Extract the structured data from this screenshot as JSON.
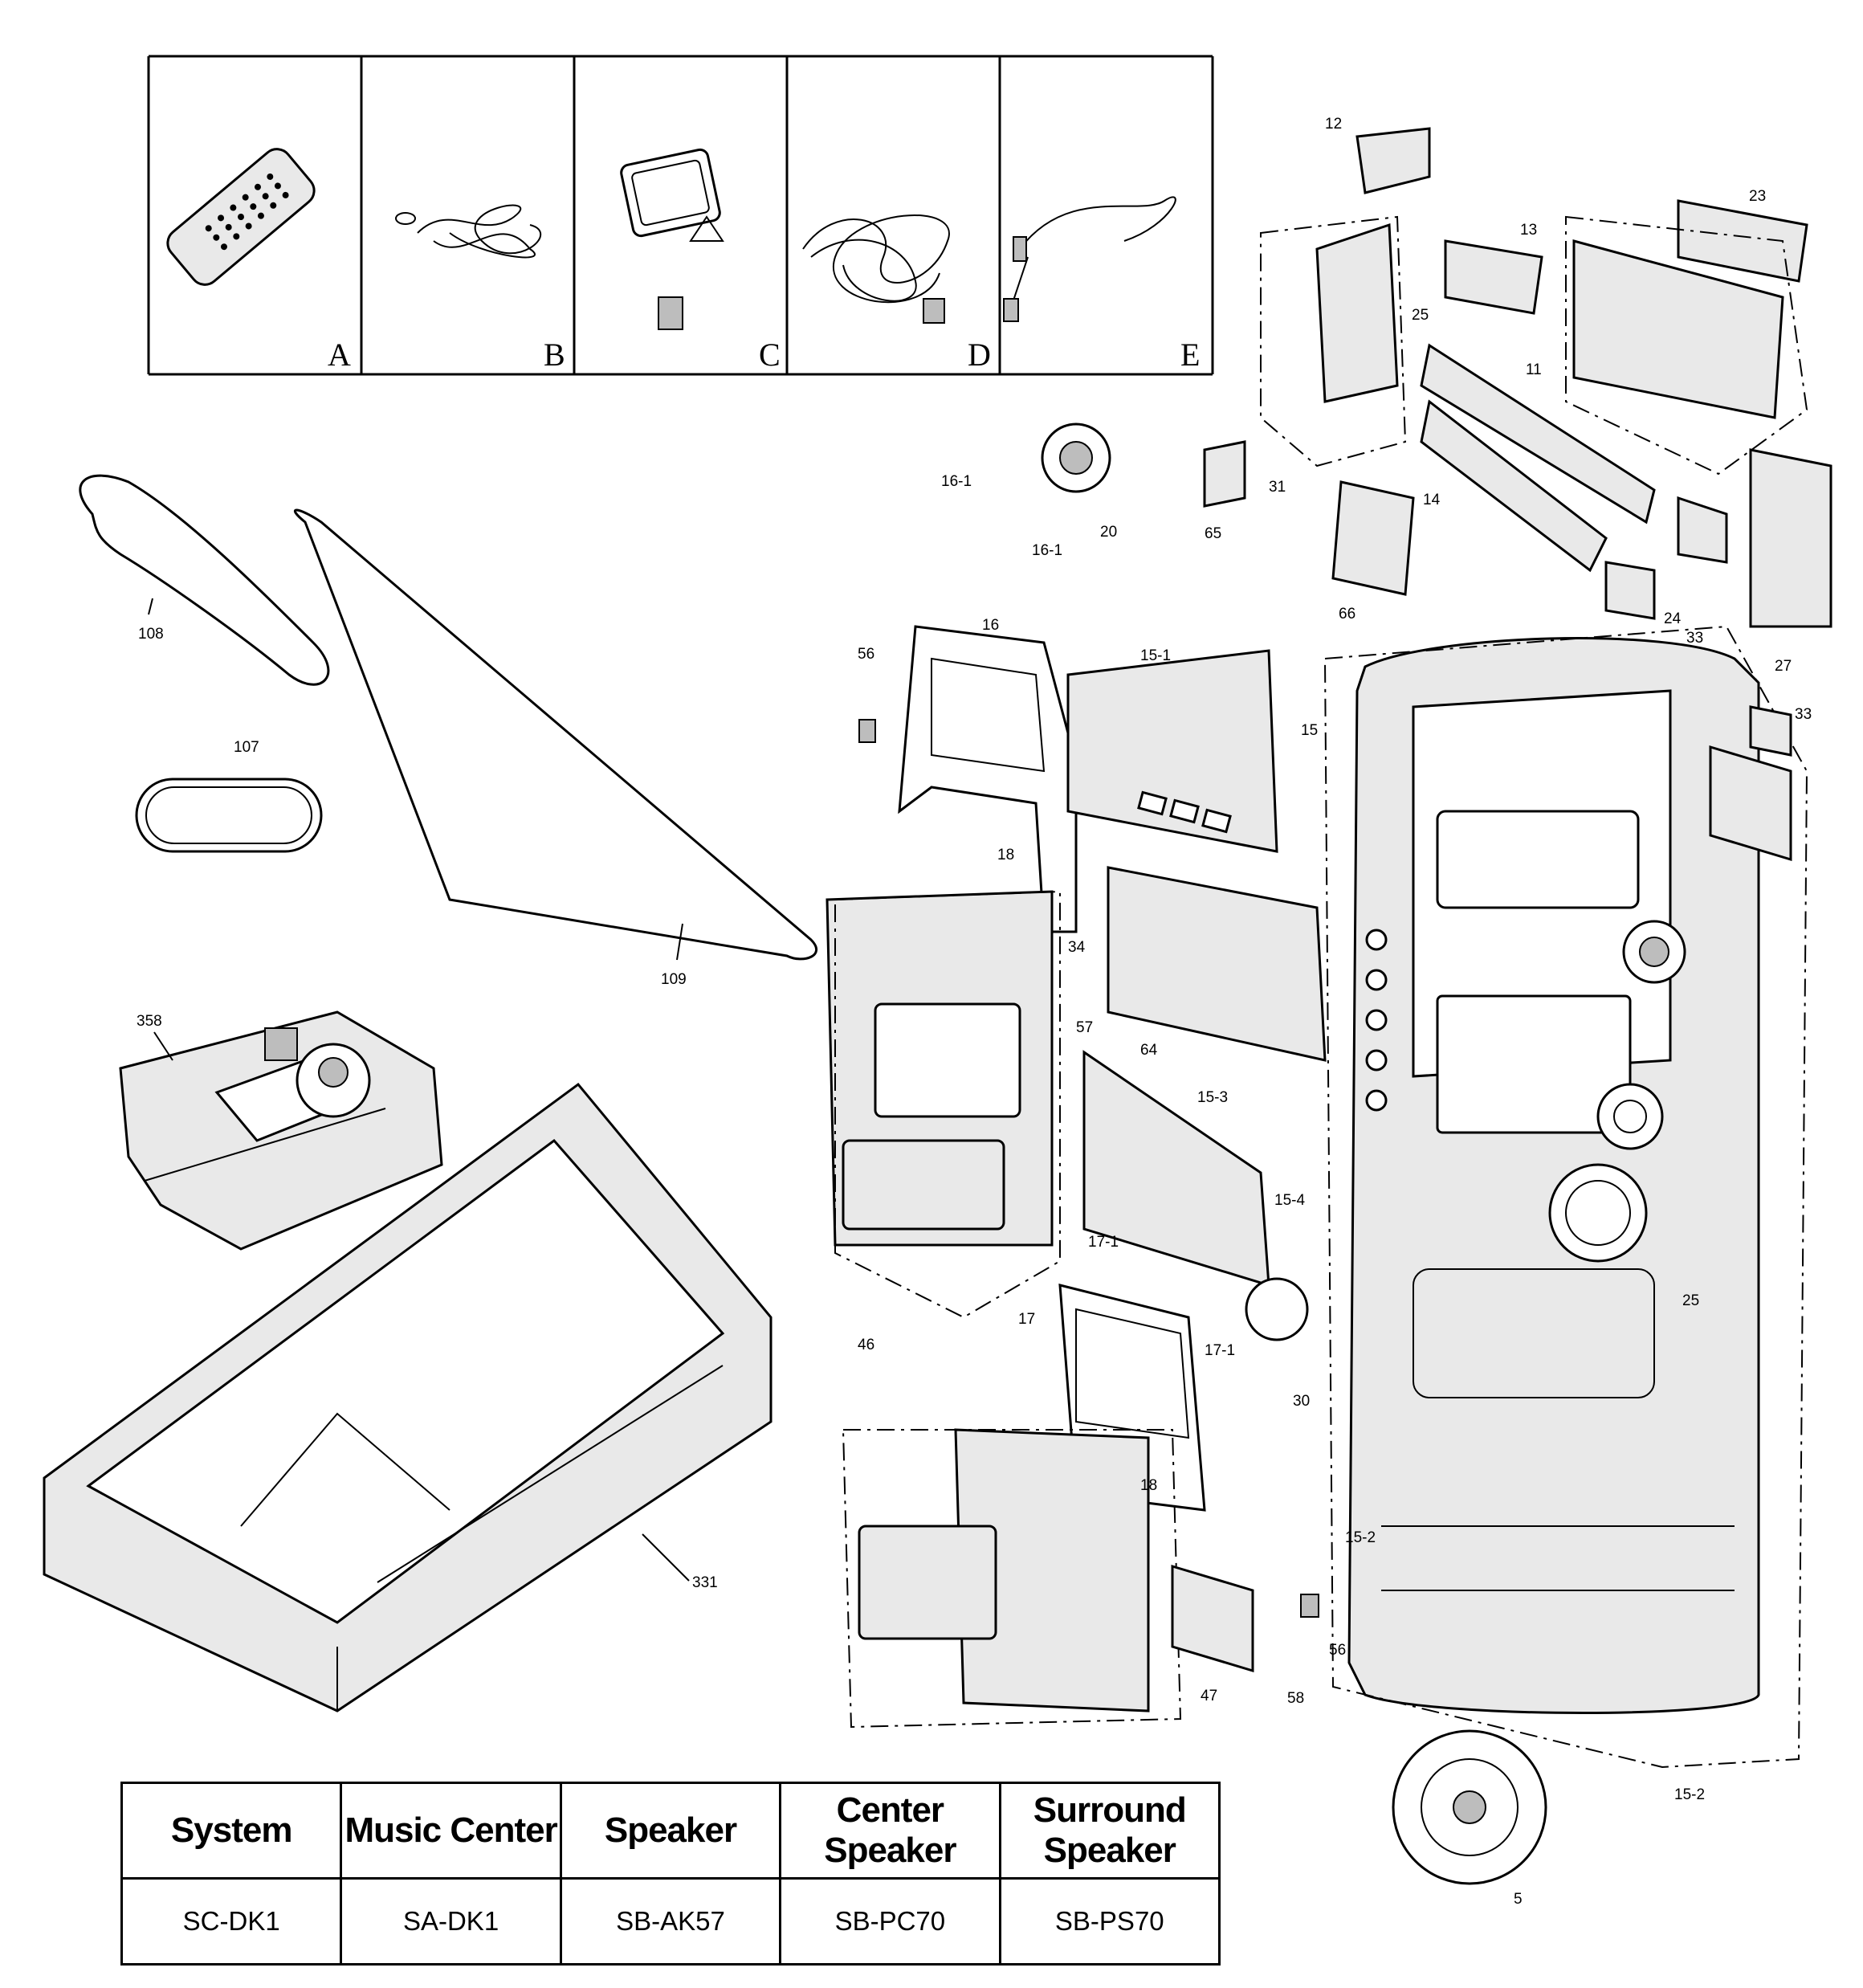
{
  "accessories": [
    {
      "letter": "A"
    },
    {
      "letter": "B"
    },
    {
      "letter": "C"
    },
    {
      "letter": "D"
    },
    {
      "letter": "E"
    }
  ],
  "part_labels": {
    "p12": "12",
    "p13": "13",
    "p23": "23",
    "p25a": "25",
    "p11": "11",
    "p31": "31",
    "p65": "65",
    "p20": "20",
    "p14": "14",
    "p66": "66",
    "p24": "24",
    "p27": "27",
    "p33a": "33",
    "p33b": "33",
    "p161a": "16-1",
    "p161b": "16-1",
    "p16": "16",
    "p56a": "56",
    "p151": "15-1",
    "p15": "15",
    "p18a": "18",
    "p34": "34",
    "p57": "57",
    "p64": "64",
    "p153": "15-3",
    "p154": "15-4",
    "p25b": "25",
    "p171a": "17-1",
    "p17": "17",
    "p171b": "17-1",
    "p30": "30",
    "p46": "46",
    "p18b": "18",
    "p152a": "15-2",
    "p56b": "56",
    "p58": "58",
    "p47": "47",
    "p152b": "15-2",
    "p5": "5",
    "p108": "108",
    "p107": "107",
    "p109": "109",
    "p358": "358",
    "p331": "331"
  },
  "table": {
    "headers": [
      "System",
      "Music Center",
      "Speaker",
      "Center Speaker",
      "Surround Speaker"
    ],
    "values": [
      "SC-DK1",
      "SA-DK1",
      "SB-AK57",
      "SB-PC70",
      "SB-PS70"
    ]
  }
}
